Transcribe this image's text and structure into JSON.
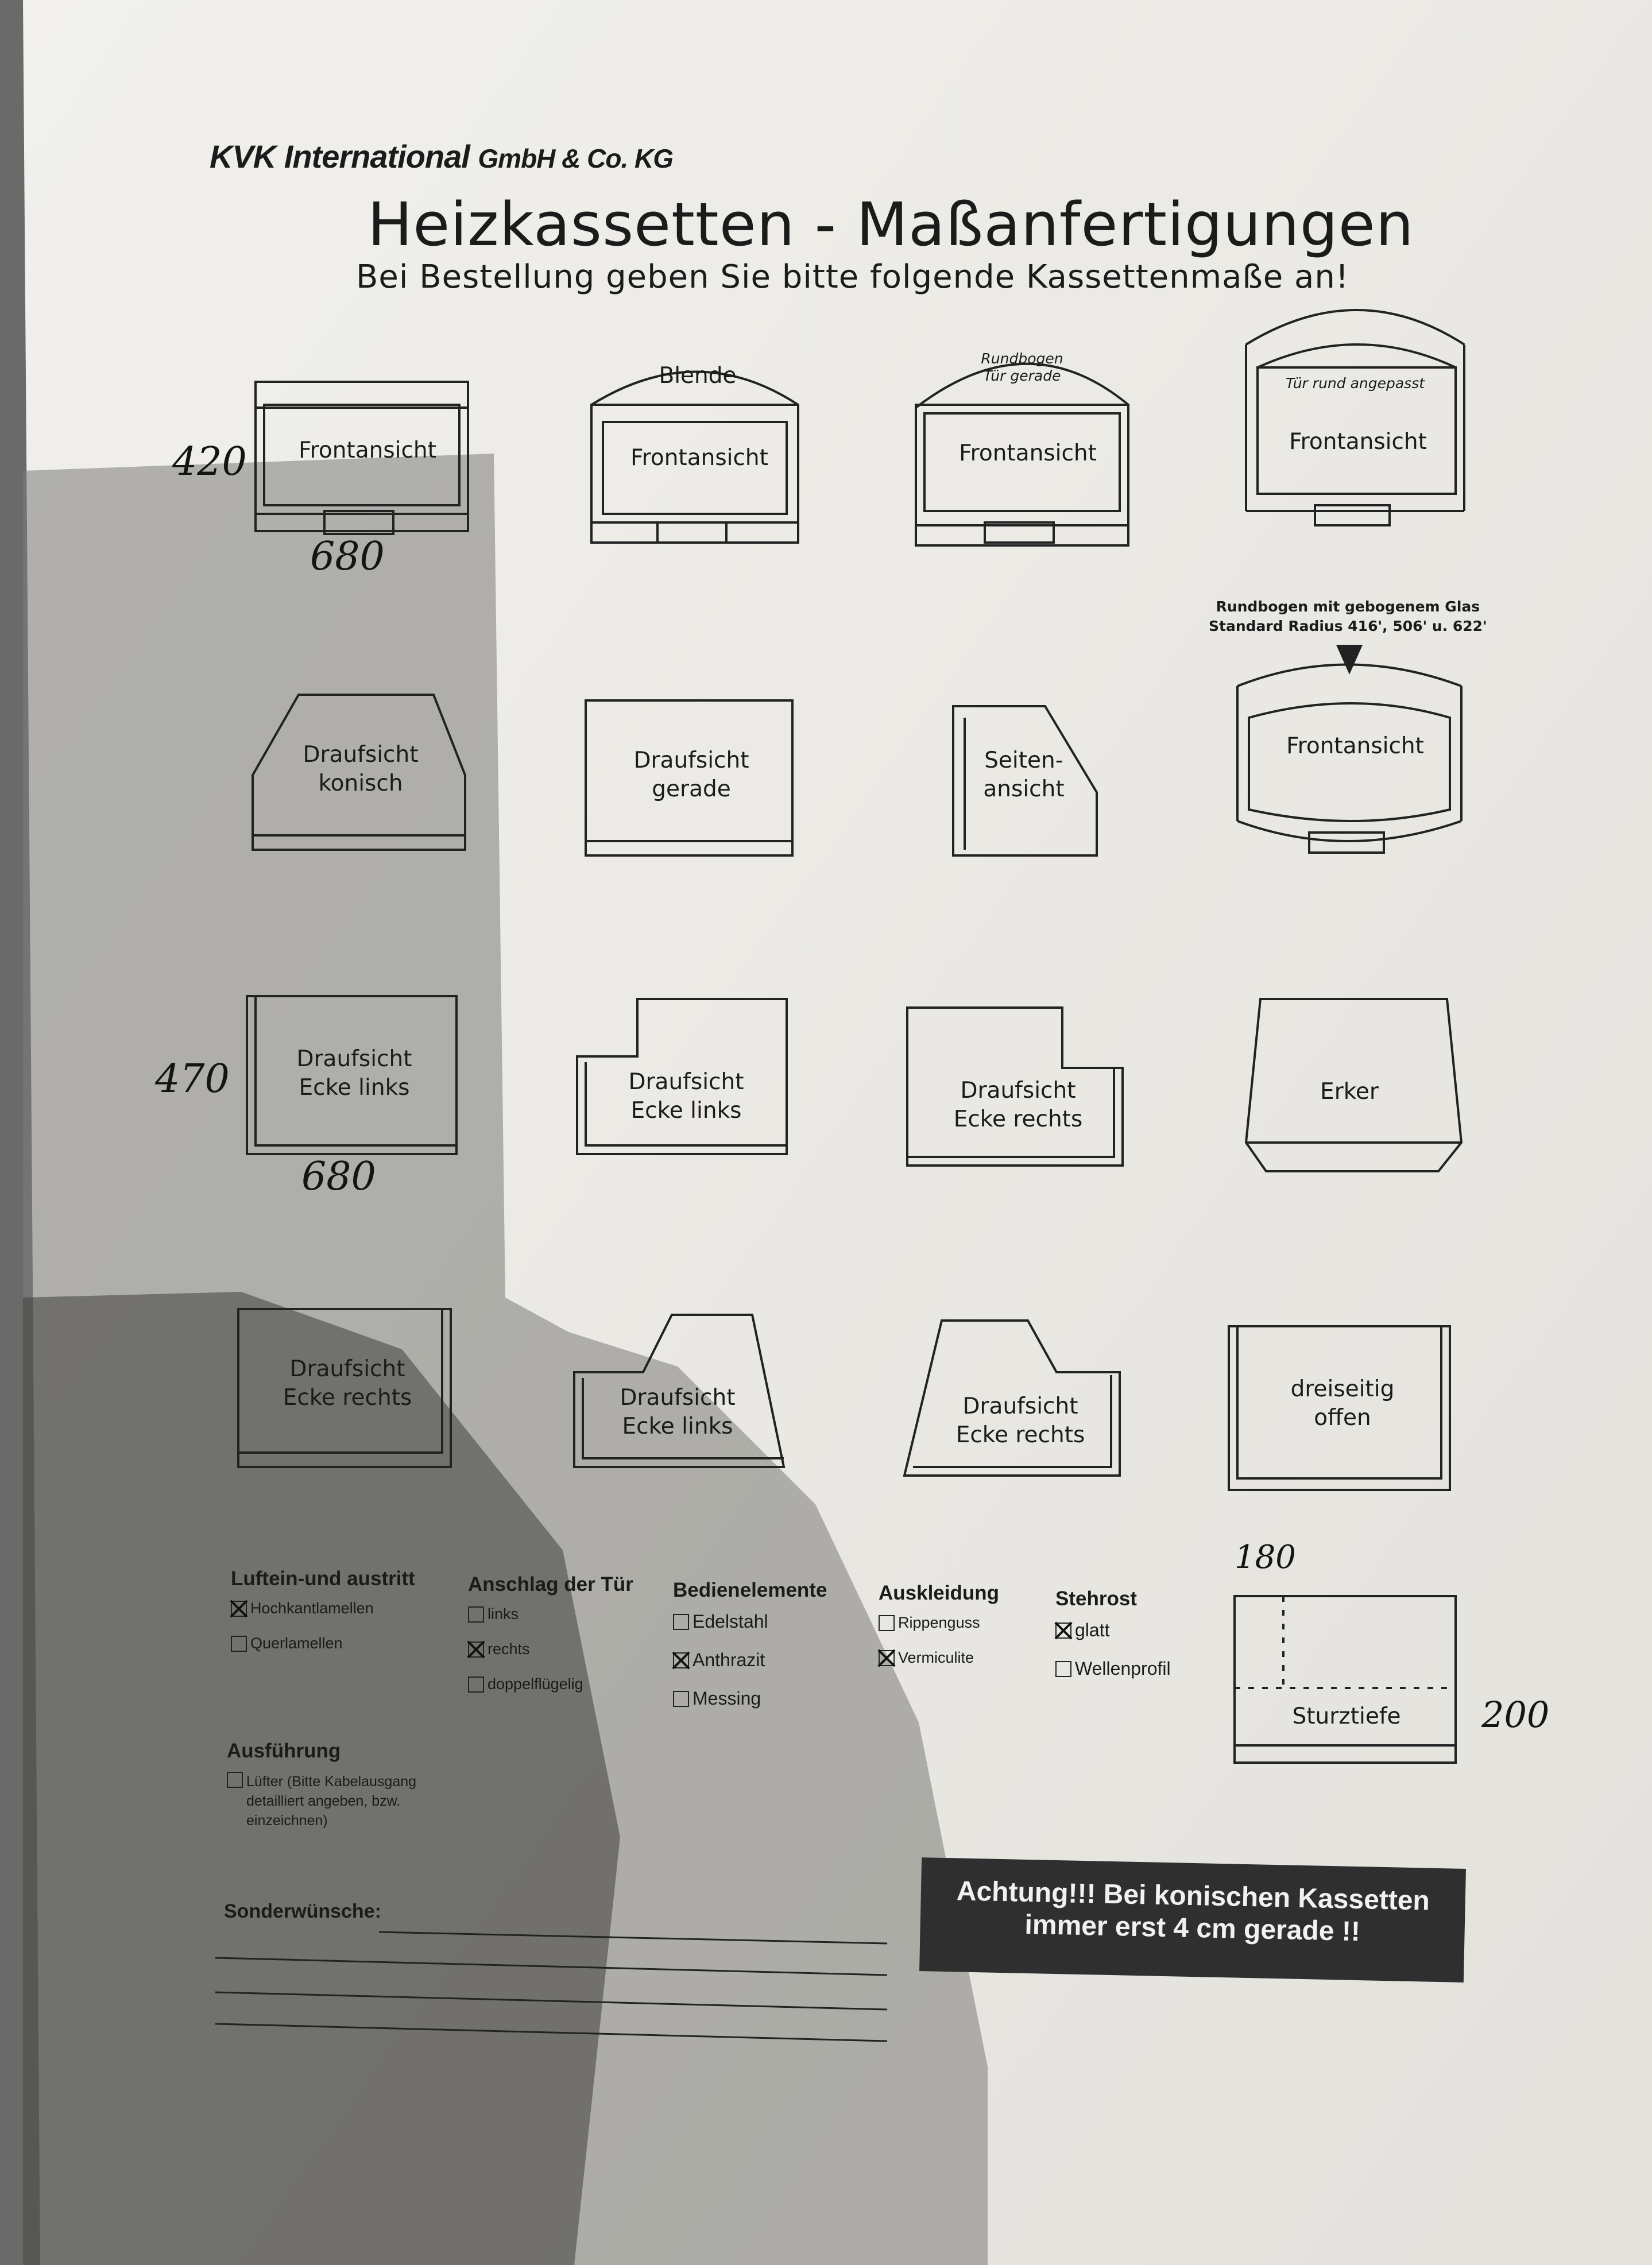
{
  "header": {
    "company_main": "KVK International",
    "company_suffix": "GmbH & Co. KG",
    "title": "Heizkassetten - Maßanfertigungen",
    "subtitle": "Bei Bestellung geben Sie bitte folgende Kassettenmaße an!"
  },
  "diagrams": {
    "frontansicht_1": "Frontansicht",
    "blende": "Blende",
    "frontansicht_2": "Frontansicht",
    "rundbogen_tuer_1": "Rundbogen",
    "rundbogen_tuer_2": "Tür gerade",
    "frontansicht_3": "Frontansicht",
    "tuer_rund": "Tür rund angepasst",
    "frontansicht_4": "Frontansicht",
    "konisch_1": "Draufsicht",
    "konisch_2": "konisch",
    "gerade_1": "Draufsicht",
    "gerade_2": "gerade",
    "seiten_1": "Seiten-",
    "seiten_2": "ansicht",
    "rundbogen_glas_1": "Rundbogen mit gebogenem Glas",
    "rundbogen_glas_2": "Standard Radius 416', 506' u. 622'",
    "frontansicht_5": "Frontansicht",
    "eck_links_a_1": "Draufsicht",
    "eck_links_a_2": "Ecke links",
    "eck_links_b_1": "Draufsicht",
    "eck_links_b_2": "Ecke links",
    "eck_rechts_a_1": "Draufsicht",
    "eck_rechts_a_2": "Ecke rechts",
    "erker": "Erker",
    "eck_rechts_b_1": "Draufsicht",
    "eck_rechts_b_2": "Ecke rechts",
    "eck_links_c_1": "Draufsicht",
    "eck_links_c_2": "Ecke links",
    "eck_rechts_c_1": "Draufsicht",
    "eck_rechts_c_2": "Ecke rechts",
    "dreiseitig_1": "dreiseitig",
    "dreiseitig_2": "offen",
    "sturztiefe": "Sturztiefe"
  },
  "handwritten": {
    "height_front": "420",
    "width_front": "680",
    "height_corner": "470",
    "width_corner": "680",
    "sturz_width": "180",
    "sturz_height": "200"
  },
  "options": {
    "luft": {
      "title": "Luftein-und austritt",
      "items": [
        {
          "label": "Hochkantlamellen",
          "checked": true
        },
        {
          "label": "Querlamellen",
          "checked": false
        }
      ]
    },
    "anschlag": {
      "title": "Anschlag der Tür",
      "items": [
        {
          "label": "links",
          "checked": false
        },
        {
          "label": "rechts",
          "checked": true
        },
        {
          "label": "doppelflügelig",
          "checked": false
        }
      ]
    },
    "bedien": {
      "title": "Bedienelemente",
      "items": [
        {
          "label": "Edelstahl",
          "checked": false
        },
        {
          "label": "Anthrazit",
          "checked": true
        },
        {
          "label": "Messing",
          "checked": false
        }
      ]
    },
    "ausk": {
      "title": "Auskleidung",
      "items": [
        {
          "label": "Rippenguss",
          "checked": false
        },
        {
          "label": "Vermiculite",
          "checked": true
        }
      ]
    },
    "steh": {
      "title": "Stehrost",
      "items": [
        {
          "label": "glatt",
          "checked": true
        },
        {
          "label": "Wellenprofil",
          "checked": false
        }
      ]
    },
    "ausf": {
      "title": "Ausführung",
      "lufter": "Lüfter (Bitte Kabelausgang detailliert angeben, bzw. einzeichnen)",
      "checked": false
    }
  },
  "sonderwuensche": "Sonderwünsche:",
  "warning": {
    "line1": "Achtung!!!  Bei konischen Kassetten",
    "line2": "immer erst 4 cm gerade !!"
  }
}
